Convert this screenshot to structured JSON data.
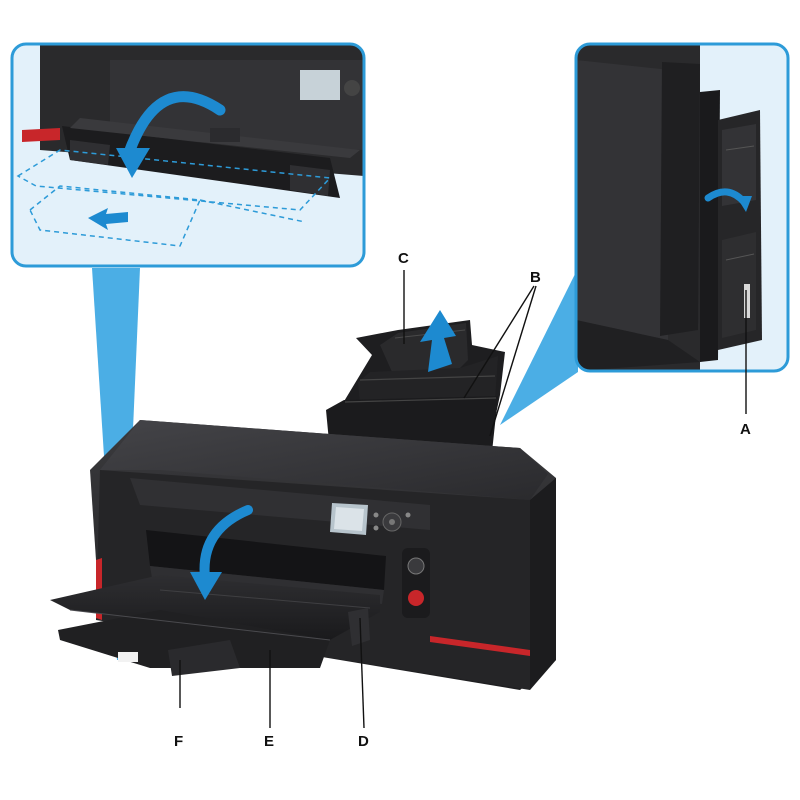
{
  "labels": {
    "a": "A",
    "b": "B",
    "c": "C",
    "d": "D",
    "e": "E",
    "f": "F"
  },
  "colors": {
    "callout_border": "#2d9bd8",
    "callout_fill": "#e3f1fa",
    "beam": "#2ba0e0",
    "arrow": "#1d8ad0",
    "printer_body": "#2b2b2d",
    "accent_red": "#c8262a"
  }
}
